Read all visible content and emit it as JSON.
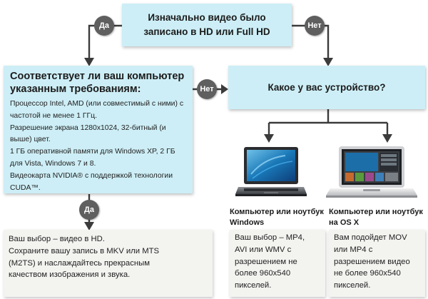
{
  "top_box": {
    "line1": "Изначально видео было",
    "line2": "записано в HD или Full HD"
  },
  "badges": {
    "yes_top": "Да",
    "no_top": "Нет",
    "no_mid": "Нет",
    "yes_bottom": "Да"
  },
  "requirements": {
    "title_line1": "Соответствует ли ваш компьютер",
    "title_line2": "указанным требованиям:",
    "lines": [
      "Процессор Intel, AMD (или совместимый с ними) с",
      "частотой не менее 1 ГГц.",
      "Разрешение экрана 1280x1024, 32-битный (и",
      "выше) цвет.",
      "1 ГБ оперативной памяти для Windows XP, 2 ГБ",
      "для Vista, Windows 7 и 8.",
      "Видеокарта NVIDIA® с поддержкой технологии",
      "CUDA™."
    ]
  },
  "device_box": {
    "label": "Какое у вас устройство?"
  },
  "devices": {
    "windows": {
      "line1": "Компьютер или ноутбук",
      "line2": "Windows"
    },
    "mac": {
      "line1": "Компьютер или ноутбук",
      "line2": "на OS X"
    }
  },
  "results": {
    "hd": [
      "Ваш выбор – видео в HD.",
      "Сохраните вашу запись в MKV или MTS",
      "(M2TS) и наслаждайтесь прекрасным",
      "качеством изображения и звука."
    ],
    "windows": [
      "Ваш выбор – MP4,",
      "AVI или WMV с",
      "разрешением не",
      "более 960x540",
      "пикселей."
    ],
    "mac": [
      "Вам подойдет MOV",
      "или MP4 с",
      "разрешением видео",
      "не более 960x540",
      "пикселей."
    ]
  },
  "icons": [
    "windows-laptop-icon",
    "macbook-icon"
  ],
  "colors": {
    "box_blue": "#cdeef6",
    "box_gray": "#f3f3f0",
    "badge": "#5f5f5f",
    "arrow": "#3b3b3b"
  }
}
